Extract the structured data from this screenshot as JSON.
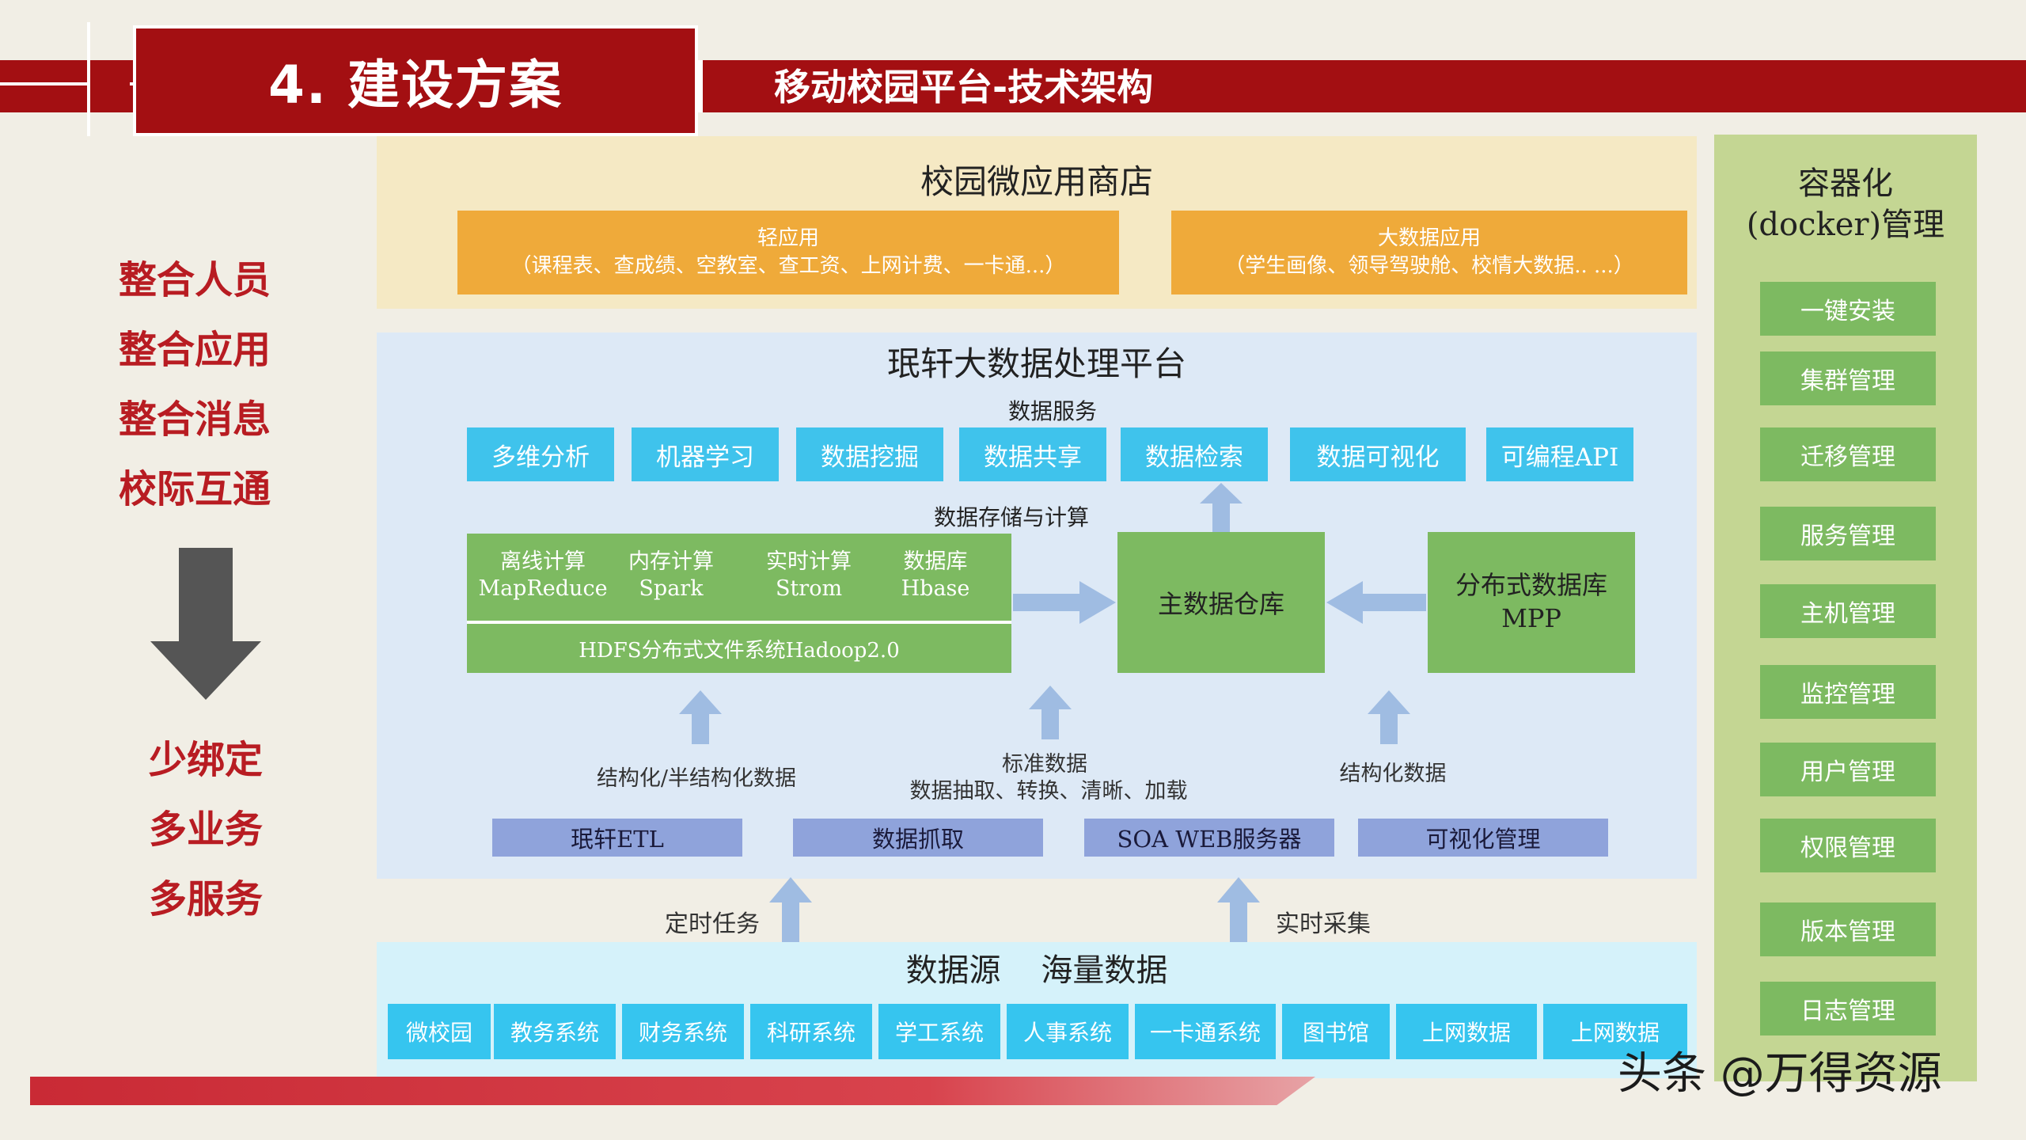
{
  "header": {
    "section_title": "4. 建设方案",
    "subtitle": "移动校园平台-技术架构"
  },
  "left_panel": {
    "goals": [
      "整合人员",
      "整合应用",
      "整合消息",
      "校际互通"
    ],
    "results": [
      "少绑定",
      "多业务",
      "多服务"
    ]
  },
  "app_store": {
    "title": "校园微应用商店",
    "light_apps": {
      "name": "轻应用",
      "detail": "（课程表、查成绩、空教室、查工资、上网计费、一卡通...）"
    },
    "bigdata_apps": {
      "name": "大数据应用",
      "detail": "（学生画像、领导驾驶舱、校情大数据.. ...）"
    }
  },
  "platform": {
    "title": "珉轩大数据处理平台",
    "services_label": "数据服务",
    "services": [
      "多维分析",
      "机器学习",
      "数据挖掘",
      "数据共享",
      "数据检索",
      "数据可视化",
      "可编程API"
    ],
    "storage_label": "数据存储与计算",
    "compute": [
      {
        "name": "离线计算",
        "engine": "MapReduce"
      },
      {
        "name": "内存计算",
        "engine": "Spark"
      },
      {
        "name": "实时计算",
        "engine": "Strom"
      },
      {
        "name": "数据库",
        "engine": "Hbase"
      }
    ],
    "hdfs": "HDFS分布式文件系统Hadoop2.0",
    "warehouse": "主数据仓库",
    "mpp": {
      "name": "分布式数据库",
      "sub": "MPP"
    },
    "flow_labels": {
      "left": "结构化/半结构化数据",
      "middle_top": "标准数据",
      "middle_bottom": "数据抽取、转换、清晰、加载",
      "right": "结构化数据"
    },
    "tools": [
      "珉轩ETL",
      "数据抓取",
      "SOA WEB服务器",
      "可视化管理"
    ]
  },
  "ingest_labels": {
    "scheduled": "定时任务",
    "realtime": "实时采集"
  },
  "sources": {
    "title": "数据源    海量数据",
    "items": [
      "微校园",
      "教务系统",
      "财务系统",
      "科研系统",
      "学工系统",
      "人事系统",
      "一卡通系统",
      "图书馆",
      "上网数据",
      "上网数据"
    ]
  },
  "docker": {
    "title_line1": "容器化",
    "title_line2": "(docker)管理",
    "items": [
      "一键安装",
      "集群管理",
      "迁移管理",
      "服务管理",
      "主机管理",
      "监控管理",
      "用户管理",
      "权限管理",
      "版本管理",
      "日志管理"
    ]
  },
  "watermark": "头条 @万得资源",
  "colors": {
    "header_red": "#a30f12",
    "green": "#7dba61",
    "blue_chip": "#3fc3ec",
    "purple_chip": "#8fa3db",
    "orange": "#efaa3a",
    "docker_panel": "#c4d693"
  }
}
